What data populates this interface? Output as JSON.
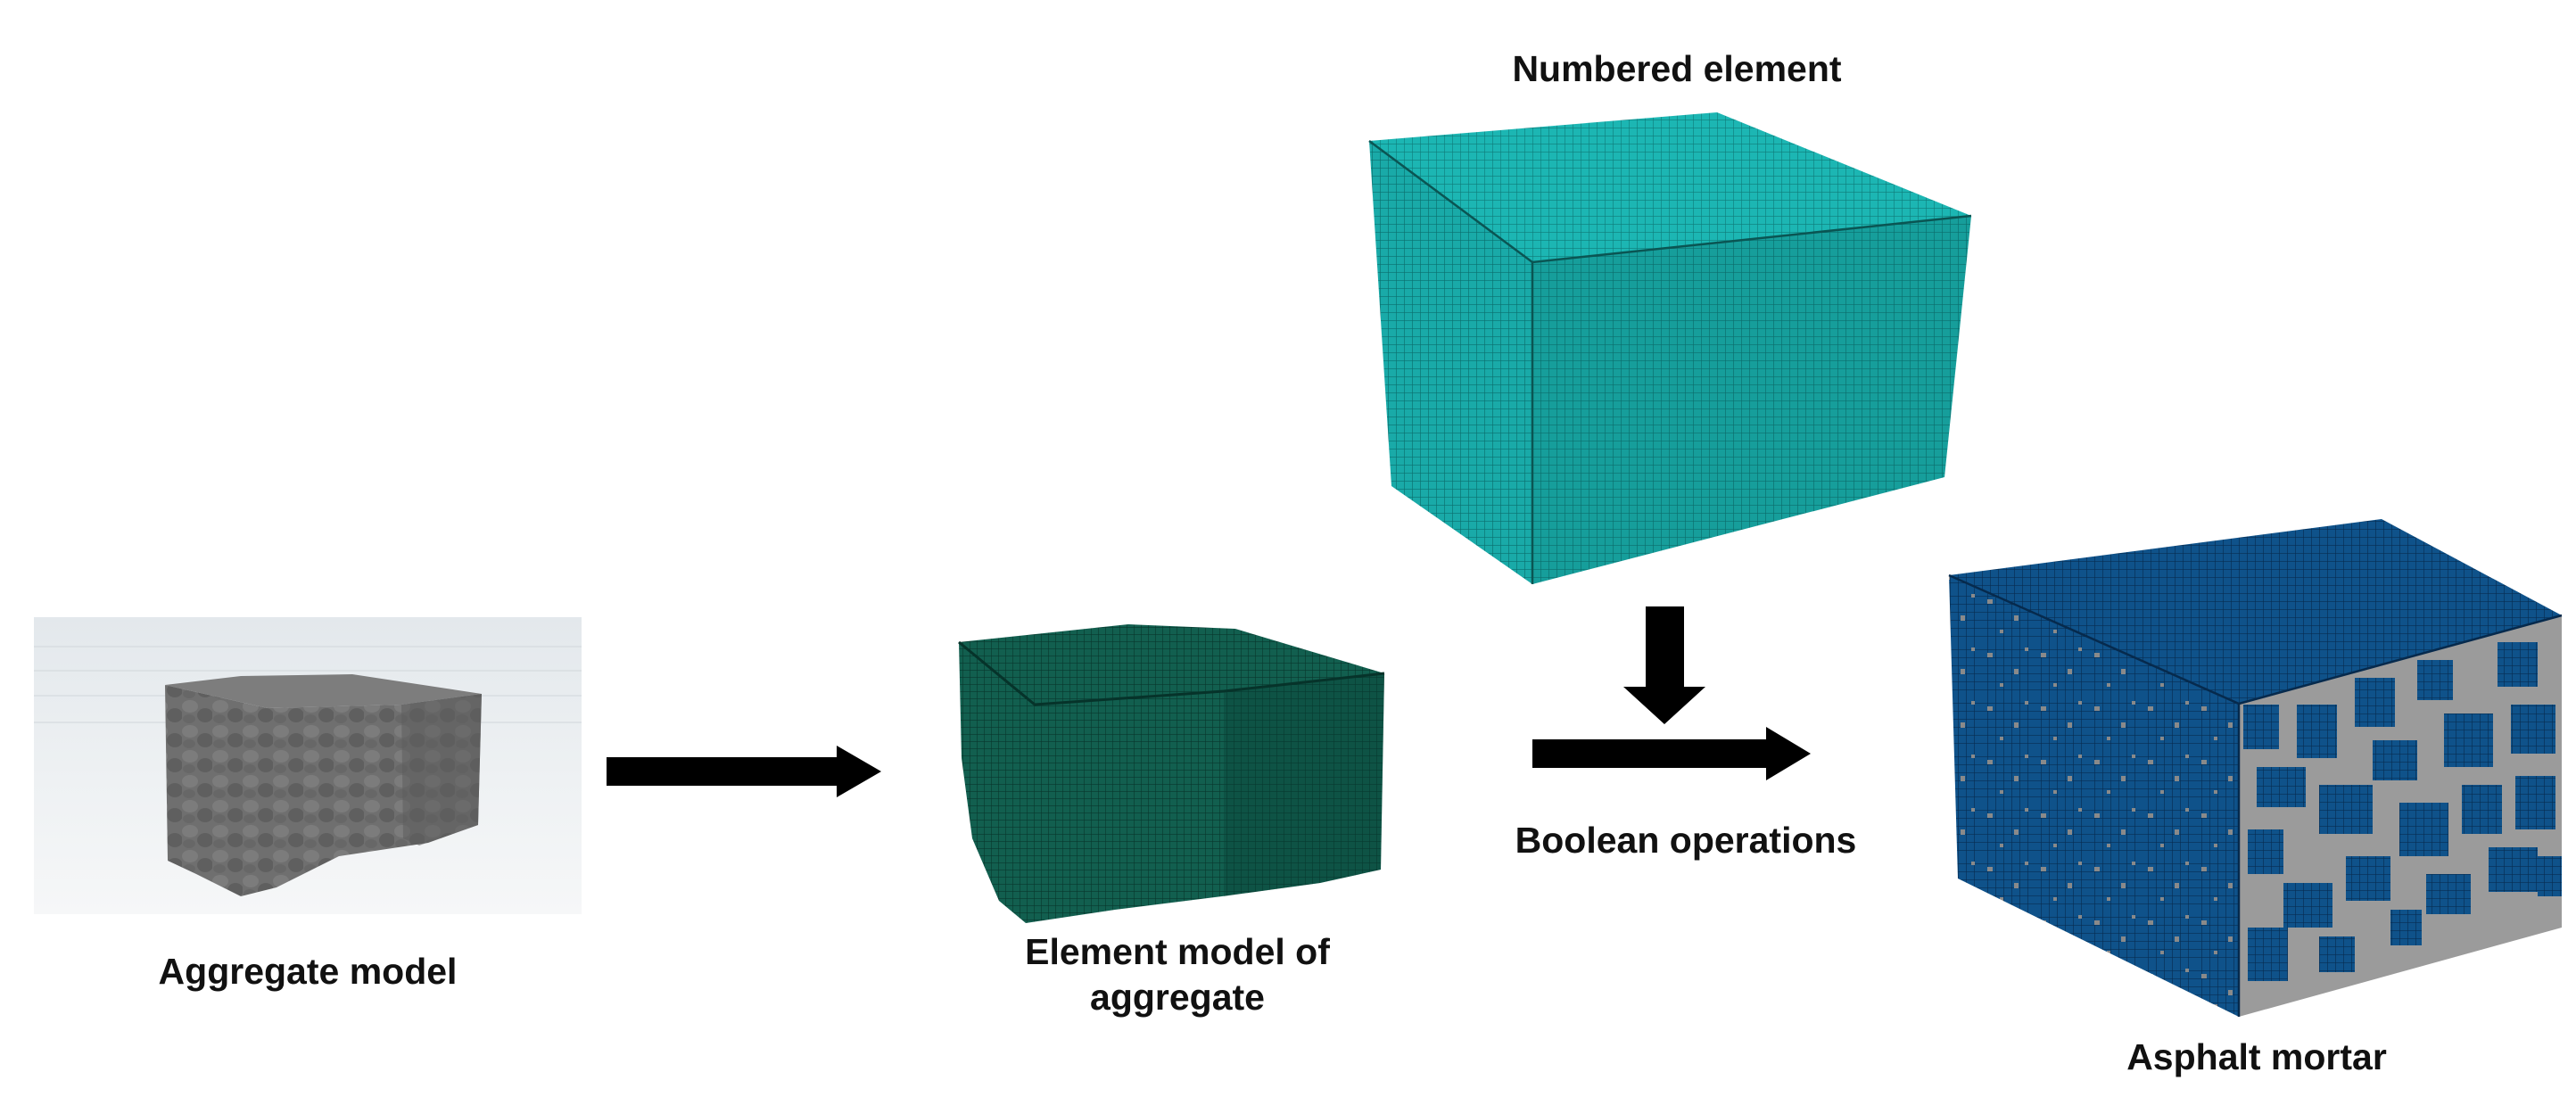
{
  "labels": {
    "numbered_element": "Numbered element",
    "aggregate_model": "Aggregate model",
    "element_model_line1": "Element model of",
    "element_model_line2": "aggregate",
    "boolean_operations": "Boolean operations",
    "asphalt_mortar": "Asphalt mortar"
  },
  "colors": {
    "teal_mesh": "#17a7a5",
    "aggregate_gray": "#6e6e6e",
    "green_mesh": "#0f5a4a",
    "blue_mesh": "#0e4f85",
    "mortar_gray": "#9a9a9a",
    "arrow": "#000000"
  }
}
